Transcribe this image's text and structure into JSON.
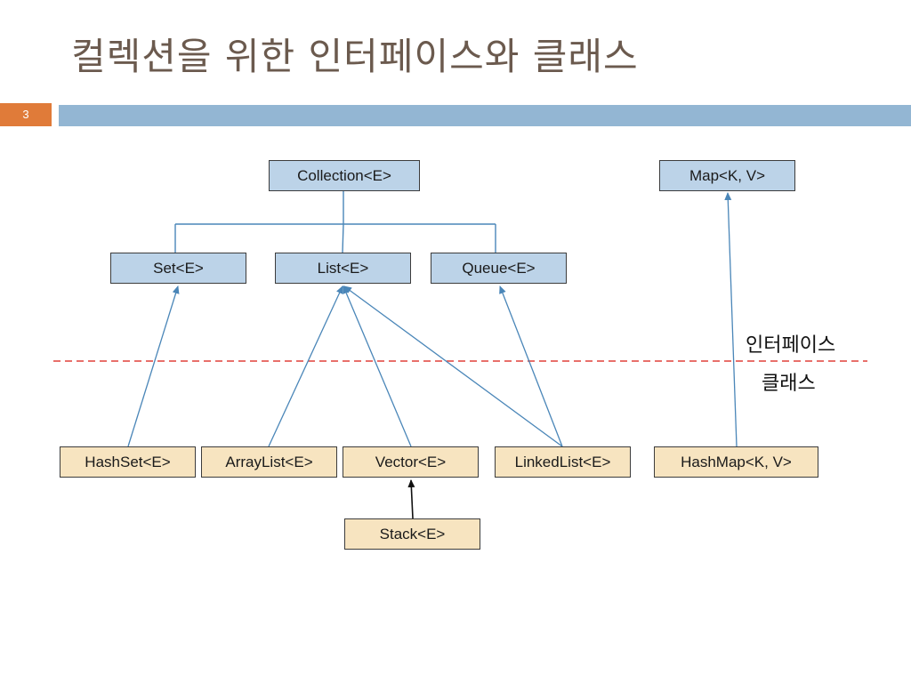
{
  "slide": {
    "title": "컬렉션을 위한 인터페이스와 클래스",
    "page_number": "3",
    "accent_color": "#e07b39",
    "bar_color": "#93b6d3"
  },
  "diagram": {
    "interfaces": {
      "collection": "Collection<E>",
      "map": "Map<K, V>",
      "set": "Set<E>",
      "list": "List<E>",
      "queue": "Queue<E>"
    },
    "classes": {
      "hashset": "HashSet<E>",
      "arraylist": "ArrayList<E>",
      "vector": "Vector<E>",
      "linkedlist": "LinkedList<E>",
      "hashmap": "HashMap<K, V>",
      "stack": "Stack<E>"
    },
    "labels": {
      "interface_region": "인터페이스",
      "class_region": "클래스"
    },
    "colors": {
      "interface_fill": "#bcd3e8",
      "class_fill": "#f7e4c0",
      "connector": "#4a86b8",
      "divider": "#e0413a"
    }
  }
}
